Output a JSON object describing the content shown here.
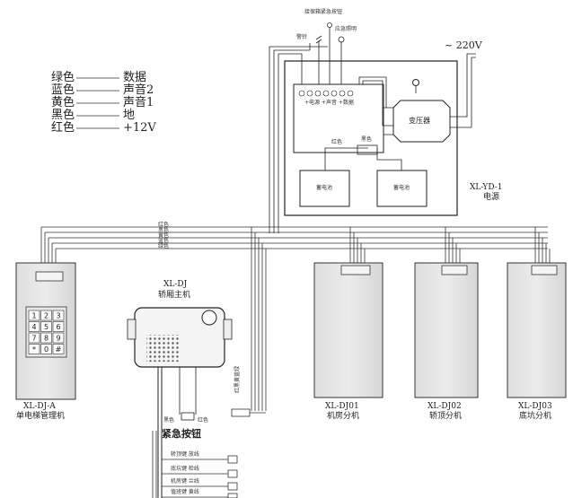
{
  "legend": [
    {
      "color": "绿色",
      "meaning": "数据"
    },
    {
      "color": "蓝色",
      "meaning": "声音2"
    },
    {
      "color": "黄色",
      "meaning": "声音1"
    },
    {
      "color": "黑色",
      "meaning": "地"
    },
    {
      "color": "红色",
      "meaning": "+12V"
    }
  ],
  "power": {
    "model": "XL-YD-1",
    "name": "电源",
    "transformer": "变压器",
    "battery_left": "蓄电池",
    "battery_right": "蓄电池",
    "mains": "~ 220V",
    "emergency_button_label": "接保箱紧急按钮",
    "bell_label": "警铃",
    "light_label": "应急照明",
    "terminal_labels": "+电源 +声音 +数据",
    "wire_red": "红色",
    "wire_black": "黑色"
  },
  "bus_labels": [
    "红色",
    "黑色",
    "黄色",
    "蓝色",
    "绿色"
  ],
  "units": {
    "manager": {
      "model": "XL-DJ-A",
      "name": "单电梯管理机"
    },
    "host": {
      "model": "XL-DJ",
      "name": "轿厢主机"
    },
    "dj01": {
      "model": "XL-DJ01",
      "name": "机房分机"
    },
    "dj02": {
      "model": "XL-DJ02",
      "name": "轿顶分机"
    },
    "dj03": {
      "model": "XL-DJ03",
      "name": "底坑分机"
    }
  },
  "keypad_keys": [
    "1",
    "2",
    "3",
    "4",
    "5",
    "6",
    "7",
    "8",
    "9",
    "*",
    "0",
    "#"
  ],
  "button": {
    "title": "紧急按钮",
    "left_wire": "黑色",
    "right_wire": "红色"
  },
  "cable_lines": [
    "轿顶键 放线",
    "底坑键 检线",
    "机房键 兰线",
    "值班键 黄线"
  ],
  "side_cable_label": "红黑黄蓝绿"
}
